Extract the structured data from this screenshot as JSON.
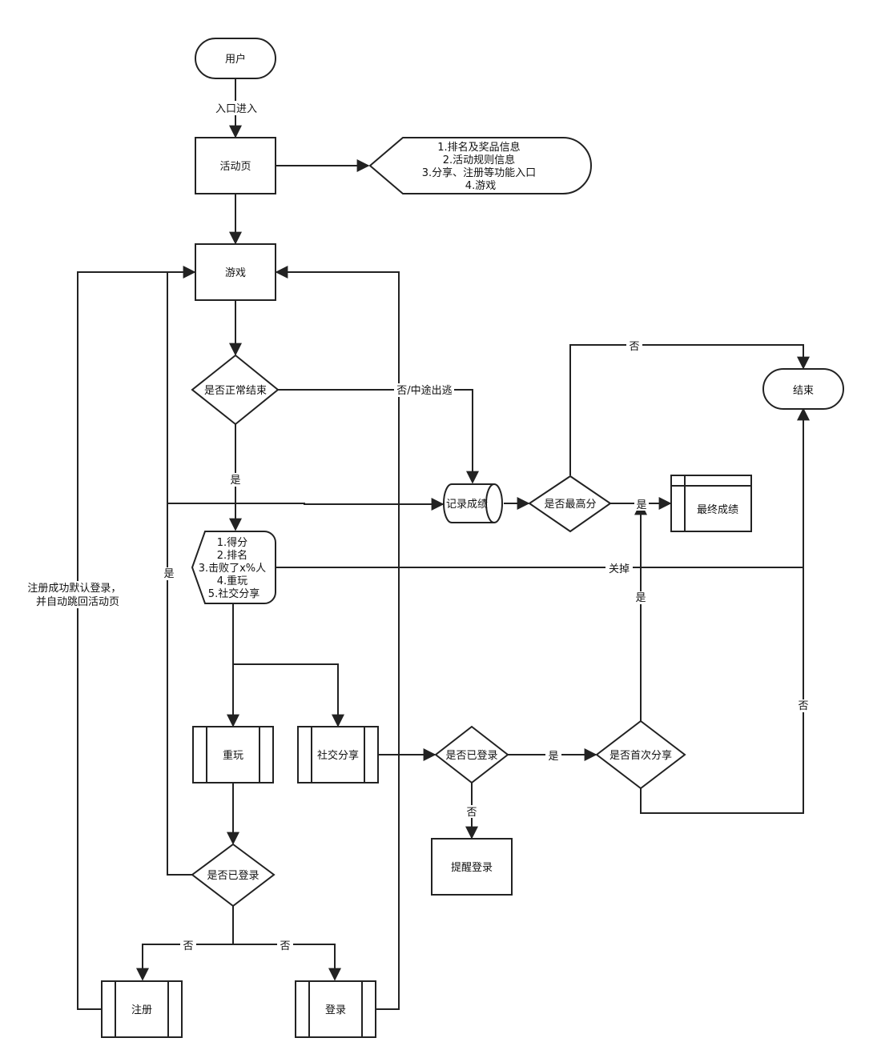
{
  "nodes": {
    "user": "用户",
    "activity_page": "活动页",
    "activity_info": [
      "1.排名及奖品信息",
      "2.活动规则信息",
      "3.分享、注册等功能入口",
      "4.游戏"
    ],
    "game": "游戏",
    "normal_end": "是否正常结束",
    "record_score": "记录成绩",
    "highest_score": "是否最高分",
    "final_score": "最终成绩",
    "end": "结束",
    "result_info": [
      "1.得分",
      "2.排名",
      "3.击败了x%人",
      "4.重玩",
      "5.社交分享"
    ],
    "replay": "重玩",
    "social_share": "社交分享",
    "logged_in_share": "是否已登录",
    "first_share": "是否首次分享",
    "remind_login": "提醒登录",
    "logged_in_replay": "是否已登录",
    "register": "注册",
    "login": "登录"
  },
  "edges": {
    "entry": "入口进入",
    "abort": "否/中途出逃",
    "yes_normal": "是",
    "no_highest": "否",
    "yes_highest": "是",
    "close": "关掉",
    "yes_first_share": "是",
    "no_first_share": "否",
    "yes_logged_share": "是",
    "no_logged_share": "否",
    "yes_logged_replay": "是",
    "no_register": "否",
    "no_login": "否",
    "register_success": [
      "注册成功默认登录，",
      "并自动跳回活动页"
    ]
  }
}
